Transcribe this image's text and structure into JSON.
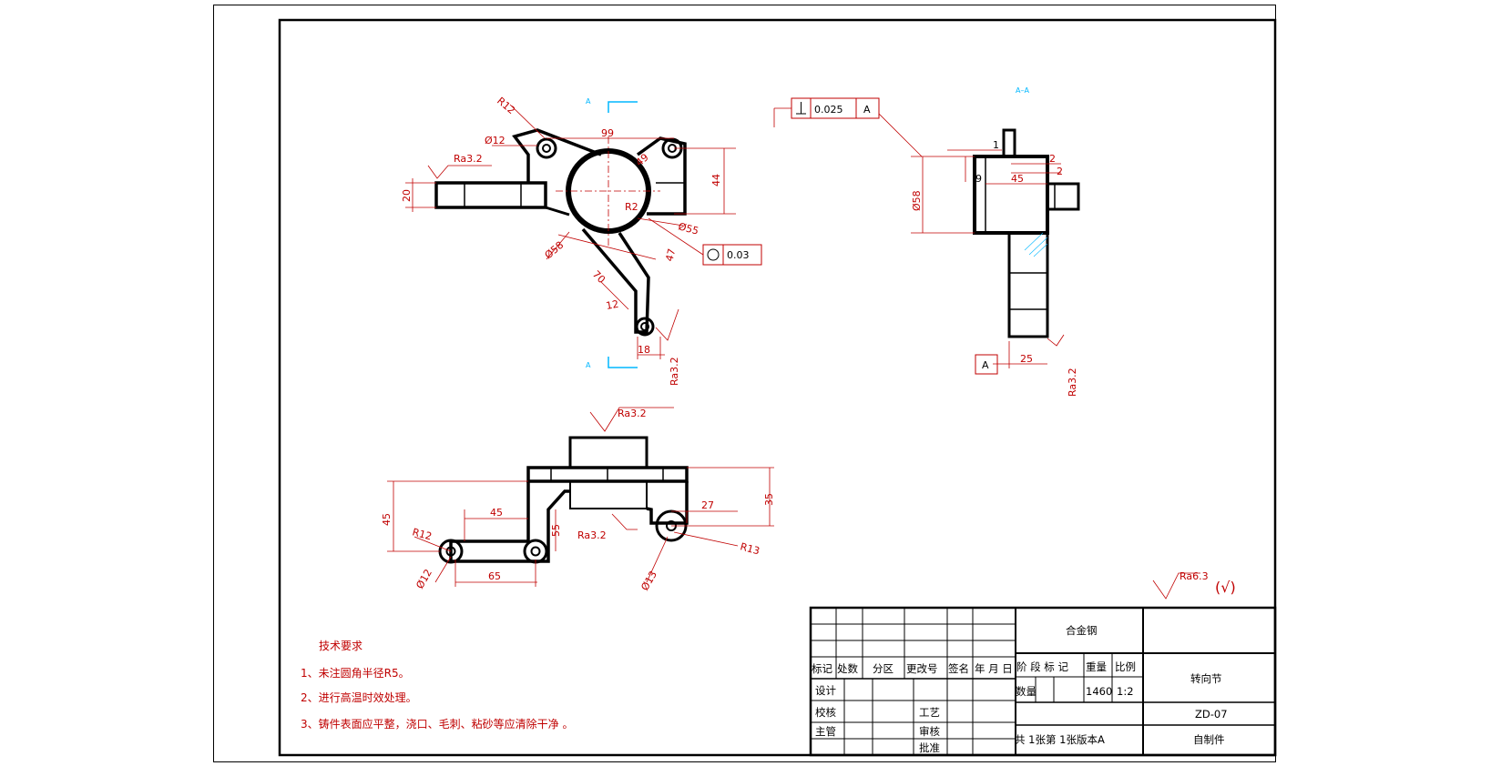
{
  "views": {
    "top": {
      "r12": "R12",
      "d12": "Ø12",
      "ra_left": "Ra3.2",
      "dim_99": "99",
      "dim_49": "49",
      "dim_44": "44",
      "dim_20": "20",
      "r2": "R2",
      "d55": "Ø55",
      "d58": "Ø58",
      "dim_47": "47",
      "dim_70": "70",
      "dim_12": "12",
      "dim_18": "18",
      "ra_bottom": "Ra3.2",
      "roundness_tol": "0.03",
      "section_letter_top": "A",
      "section_letter_bottom": "A"
    },
    "section": {
      "label": "A–A",
      "perp_tol": "0.025",
      "perp_datum": "A",
      "dim_1": "1",
      "dim_2a": "2",
      "dim_2b": "2",
      "dim_9": "9",
      "dim_45": "45",
      "d58": "Ø58",
      "datum": "A",
      "dim_25": "25",
      "ra": "Ra3.2"
    },
    "front": {
      "ra_top": "Ra3.2",
      "dim_45v": "45",
      "dim_45h": "45",
      "dim_55": "55",
      "ra_mid": "Ra3.2",
      "dim_27": "27",
      "dim_35": "35",
      "r12": "R12",
      "r13": "R13",
      "d12": "Ø12",
      "d13": "Ø13",
      "dim_65": "65"
    }
  },
  "general_roughness": {
    "value": "Ra6.3",
    "mark": "(√)"
  },
  "notes": {
    "title": "技术要求",
    "items": [
      "1、未注圆角半径R5。",
      "2、进行高温时效处理。",
      "3、铸件表面应平整，浇口、毛刺、粘砂等应清除干净 。"
    ]
  },
  "title_block": {
    "material": "合金钢",
    "part_name": "转向节",
    "drawing_no": "ZD-07",
    "source": "自制件",
    "rev_headers": [
      "标记",
      "处数",
      "分区",
      "更改号",
      "签名",
      "年 月 日"
    ],
    "stage_label": "阶 段 标 记",
    "weight_label": "重量",
    "scale_label": "比例",
    "quantity_label": "数量",
    "weight_value": "1460",
    "scale_value": "1:2",
    "sign_rows": [
      "设计",
      "校核",
      "主管"
    ],
    "sign_right": [
      "工艺",
      "审核",
      "批准"
    ],
    "sheets": "共 1张第 1张版本A"
  }
}
